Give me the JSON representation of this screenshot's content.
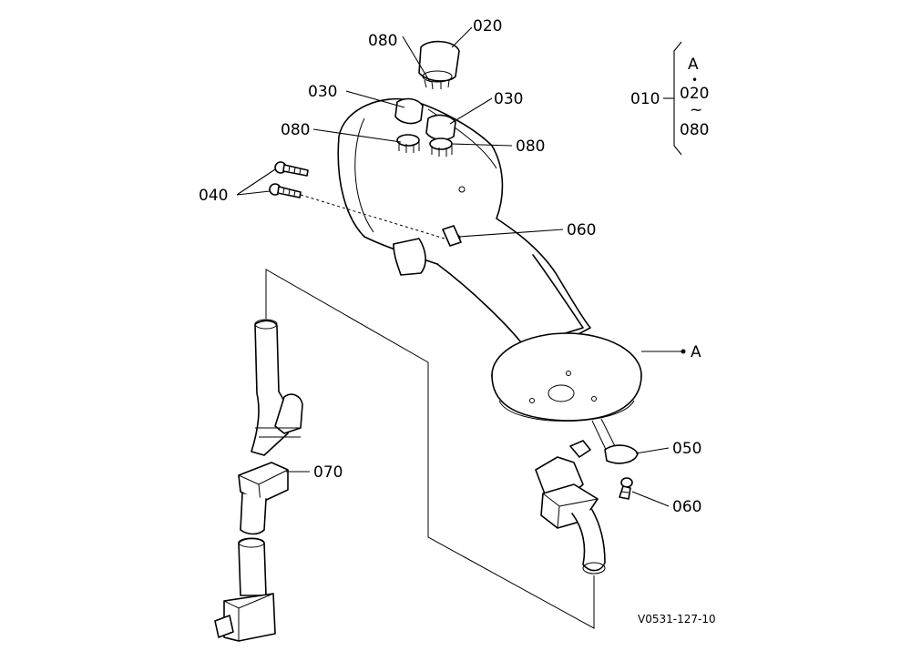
{
  "callouts": {
    "c020": "020",
    "c080_top": "080",
    "c030_left": "030",
    "c030_right": "030",
    "c080_left": "080",
    "c080_right": "080",
    "c040": "040",
    "c060_upper": "060",
    "c070": "070",
    "c050": "050",
    "c060_lower": "060",
    "c_a": "A"
  },
  "legend": {
    "assembly_no": "010",
    "ref": "A",
    "dot": "•",
    "from": "020",
    "tilde": "~",
    "to": "080"
  },
  "drawing_code": "V0531-127-10"
}
